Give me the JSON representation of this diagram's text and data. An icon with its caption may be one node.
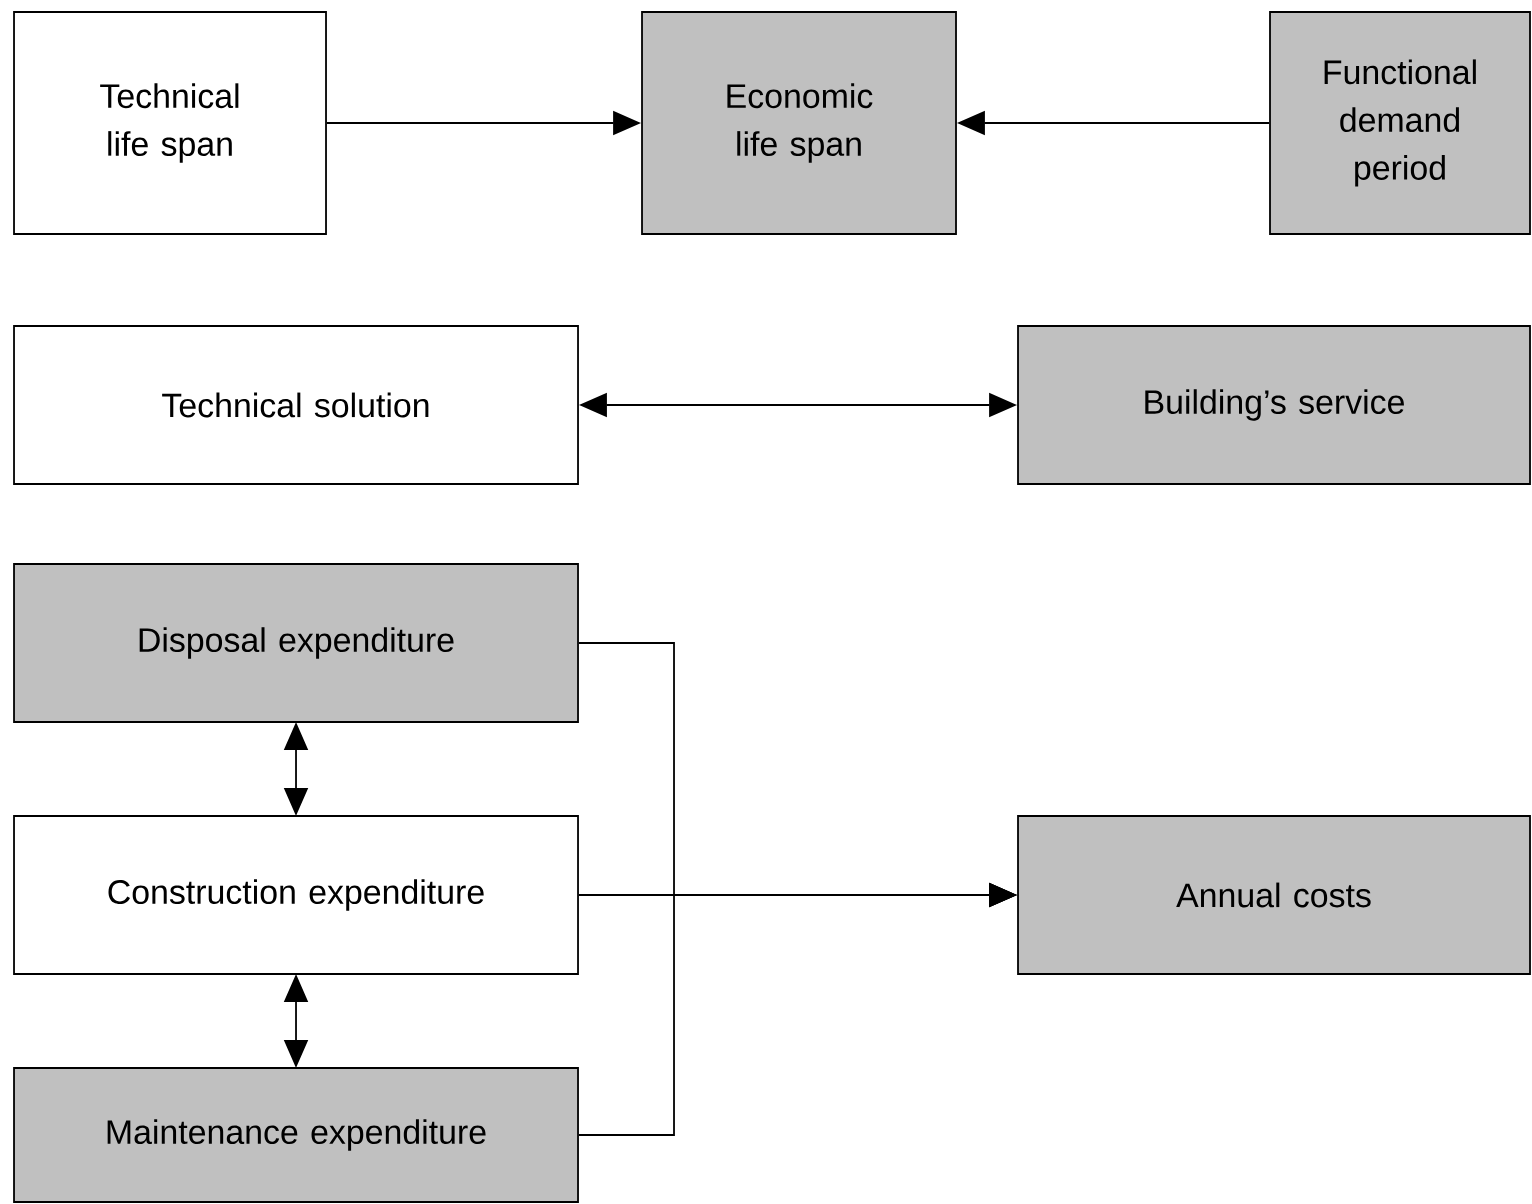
{
  "diagram": {
    "nodes": [
      {
        "text": [
          "Technical life span"
        ]
      },
      {
        "text": [
          "Economic life span"
        ]
      },
      {
        "text": [
          "Functional demand period"
        ]
      },
      {
        "text": [
          "Technical solution"
        ]
      },
      {
        "text": [
          "Building’s service"
        ]
      },
      {
        "text": [
          "Disposal expenditure"
        ]
      },
      {
        "text": [
          "Construction expenditure"
        ]
      },
      {
        "text": [
          "Maintenance expenditure"
        ]
      },
      {
        "text": [
          "Annual costs"
        ]
      }
    ],
    "edges": [
      {
        "from": 0,
        "to": 1,
        "arrow": "to"
      },
      {
        "from": 2,
        "to": 1,
        "arrow": "to"
      },
      {
        "from": 3,
        "to": 4,
        "arrow": "both"
      },
      {
        "from": 5,
        "to": 6,
        "arrow": "both"
      },
      {
        "from": 6,
        "to": 7,
        "arrow": "both"
      },
      {
        "from": 5,
        "to": 8,
        "arrow": "to"
      },
      {
        "from": 6,
        "to": 8,
        "arrow": "to"
      },
      {
        "from": 7,
        "to": 8,
        "arrow": "to"
      }
    ]
  }
}
